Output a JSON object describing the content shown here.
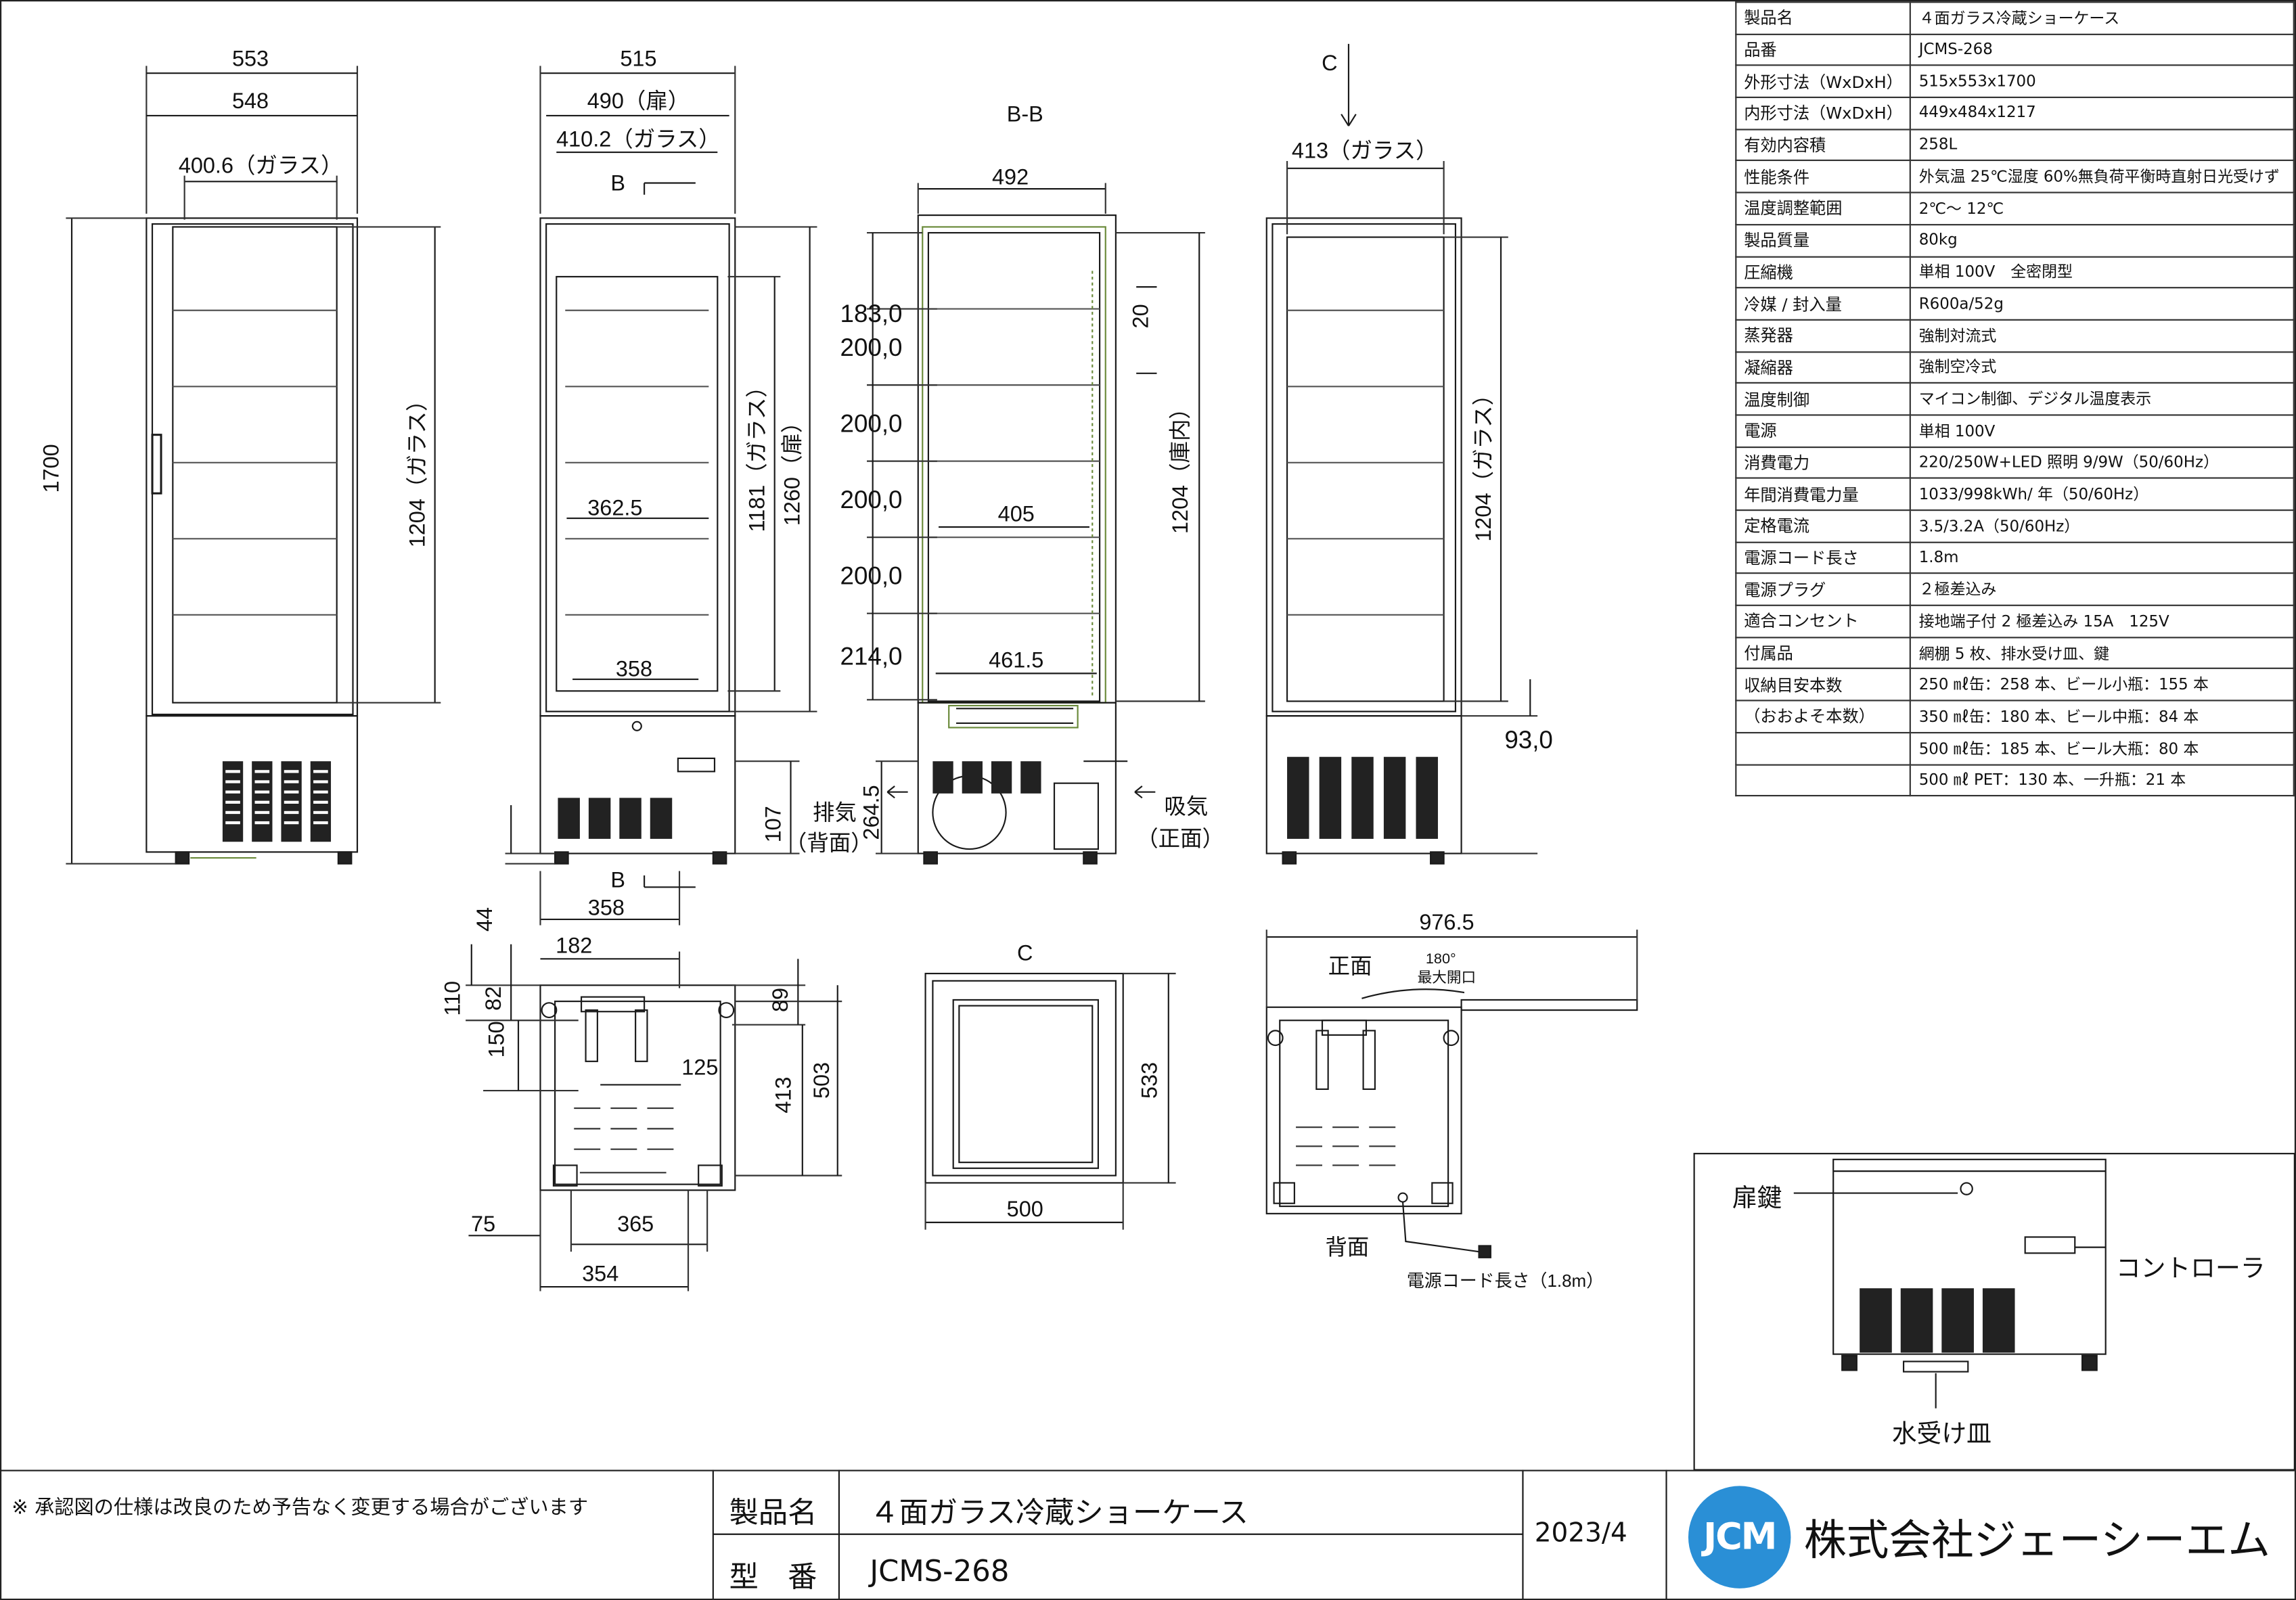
{
  "dimensions": {
    "left_view": {
      "outer_depth": "553",
      "depth": "548",
      "glass_width": "400.6（ガラス）",
      "height": "1700",
      "glass_height": "1204（ガラス）"
    },
    "front_view": {
      "width": "515",
      "door": "490（扉）",
      "glass": "410.2（ガラス）",
      "section_mark_top": "B",
      "section_mark_bottom": "B",
      "shelf_width": "362.5",
      "bottom_width": "358",
      "glass_height": "1181（ガラス）",
      "door_height": "1260（扉）",
      "base_height": "107",
      "foot": "44",
      "foot_span": "358"
    },
    "section_view": {
      "title": "B-B",
      "width": "492",
      "shelf_gaps": [
        "183,0",
        "200,0",
        "200,0",
        "200,0",
        "200,0",
        "214,0"
      ],
      "pitch": "20",
      "inner_height": "1204（庫内）",
      "shelf_width": "405",
      "bottom_width": "461.5",
      "machine_height": "264.5",
      "exhaust": "排気",
      "exhaust_sub": "（背面）",
      "intake": "吸気",
      "intake_sub": "（正面）"
    },
    "right_view": {
      "arrow": "C",
      "glass_width": "413（ガラス）",
      "glass_height": "1204（ガラス）",
      "base": "93,0"
    },
    "bottom_view": {
      "d182": "182",
      "d110": "110",
      "d82": "82",
      "d150": "150",
      "d89": "89",
      "d125": "125",
      "d413": "413",
      "d503": "503",
      "d75": "75",
      "d365": "365",
      "d354": "354"
    },
    "top_view": {
      "title": "C",
      "d533": "533",
      "d500": "500"
    },
    "plan_view": {
      "d976": "976.5",
      "front": "正面",
      "rear": "背面",
      "open_angle": "180°",
      "open_label": "最大開口",
      "cord": "電源コード長さ（1.8m）"
    }
  },
  "spec_table": [
    {
      "key": "製品名",
      "value": "４面ガラス冷蔵ショーケース"
    },
    {
      "key": "品番",
      "value": "JCMS-268"
    },
    {
      "key": "外形寸法（WxDxH）",
      "value": "515x553x1700"
    },
    {
      "key": "内形寸法（WxDxH）",
      "value": "449x484x1217"
    },
    {
      "key": "有効内容積",
      "value": "258L"
    },
    {
      "key": "性能条件",
      "value": "外気温 25℃湿度 60%無負荷平衡時直射日光受けず"
    },
    {
      "key": "温度調整範囲",
      "value": "2℃～ 12℃"
    },
    {
      "key": "製品質量",
      "value": "80kg"
    },
    {
      "key": "圧縮機",
      "value": "単相 100V　全密閉型"
    },
    {
      "key": "冷媒 / 封入量",
      "value": "R600a/52g"
    },
    {
      "key": "蒸発器",
      "value": "強制対流式"
    },
    {
      "key": "凝縮器",
      "value": "強制空冷式"
    },
    {
      "key": "温度制御",
      "value": "マイコン制御、デジタル温度表示"
    },
    {
      "key": "電源",
      "value": "単相 100V"
    },
    {
      "key": "消費電力",
      "value": "220/250W+LED 照明 9/9W（50/60Hz）"
    },
    {
      "key": "年間消費電力量",
      "value": "1033/998kWh/ 年（50/60Hz）"
    },
    {
      "key": "定格電流",
      "value": "3.5/3.2A（50/60Hz）"
    },
    {
      "key": "電源コード長さ",
      "value": "1.8m"
    },
    {
      "key": "電源プラグ",
      "value": "２極差込み"
    },
    {
      "key": "適合コンセント",
      "value": "接地端子付 2 極差込み 15A　125V"
    },
    {
      "key": "付属品",
      "value": "網棚 5 枚、排水受け皿、鍵"
    },
    {
      "key": "収納目安本数",
      "value": "250 ㎖缶：258 本、ビール小瓶：155 本"
    },
    {
      "key": "（おおよそ本数）",
      "value": "350 ㎖缶：180 本、ビール中瓶：84 本"
    },
    {
      "key": "",
      "value": "500 ㎖缶：185 本、ビール大瓶：80 本"
    },
    {
      "key": "",
      "value": "500 ㎖ PET：130 本、一升瓶：21 本"
    }
  ],
  "detail": {
    "lock": "扉鍵",
    "controller": "コントローラ",
    "drain_pan": "水受け皿"
  },
  "title_block": {
    "note": "※ 承認図の仕様は改良のため予告なく変更する場合がございます",
    "product_label": "製品名",
    "product_value": "４面ガラス冷蔵ショーケース",
    "model_label": "型　番",
    "model_value": "JCMS-268",
    "date": "2023/4",
    "logo": "JCM",
    "company": "株式会社ジェーシーエム"
  },
  "colors": {
    "line": "#1a1a1a",
    "accent": "#6a8a3a",
    "logo_blue": "#2a8fd6",
    "logo_green": "#5fb52e"
  }
}
